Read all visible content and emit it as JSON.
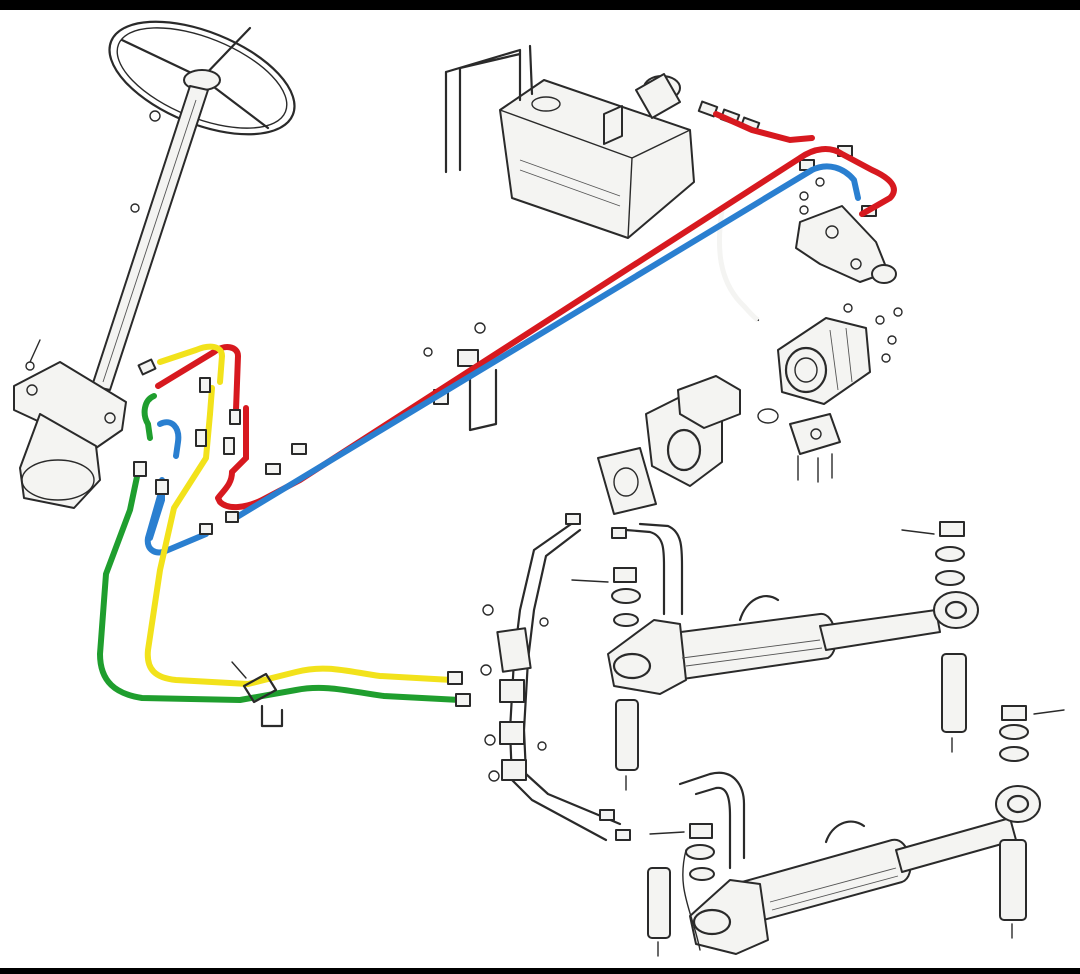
{
  "diagram": {
    "title": "",
    "line_colors": {
      "pressure_line": "#d7191f",
      "return_line": "#2a7fd0",
      "cylinder_line_a": "#f2e21b",
      "cylinder_line_b": "#1f9e2e",
      "outline": "#2a2a2a"
    },
    "components": [
      "steering-wheel",
      "steering-column",
      "steering-valve-housing",
      "oil-tank",
      "hydraulic-pump",
      "pump-drive-housing",
      "flow-divider-valve",
      "upper-power-cylinder",
      "lower-power-cylinder",
      "hose-bracket",
      "hose-fittings"
    ]
  }
}
